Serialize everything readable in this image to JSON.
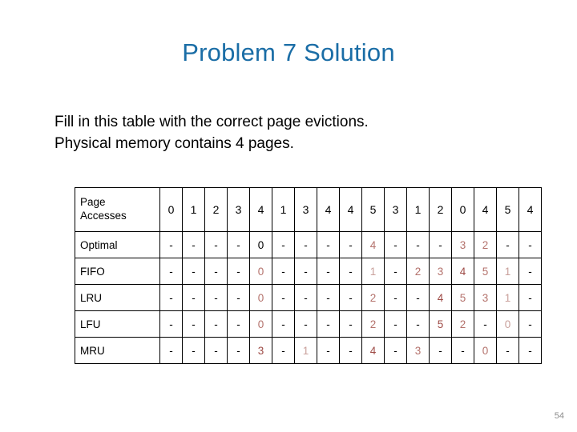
{
  "slide": {
    "title": "Problem 7 Solution",
    "body_lines": [
      "Fill in this table with the correct page evictions.",
      "Physical memory contains 4 pages."
    ],
    "page_number": "54",
    "colors": {
      "title_blue": "#1A6DA6",
      "value_red": "#9E4B46",
      "value_red_mid": "#B4726C",
      "value_red_light": "#C9A09B",
      "page_number_gray": "#8C8C8C",
      "border": "#000000"
    }
  },
  "table": {
    "header_label_line1": "Page",
    "header_label_line2": "Accesses",
    "page_accesses": [
      "0",
      "1",
      "2",
      "3",
      "4",
      "1",
      "3",
      "4",
      "4",
      "5",
      "3",
      "1",
      "2",
      "0",
      "4",
      "5",
      "4"
    ],
    "rows": [
      {
        "label": "Optimal",
        "values": [
          "-",
          "-",
          "-",
          "-",
          "0",
          "-",
          "-",
          "-",
          "-",
          "4",
          "-",
          "-",
          "-",
          "3",
          "2",
          "-",
          "-"
        ],
        "tones": [
          "dash",
          "dash",
          "dash",
          "dash",
          "dark",
          "dash",
          "dash",
          "dash",
          "dash",
          "mid",
          "dash",
          "dash",
          "dash",
          "mid",
          "mid",
          "dash",
          "dash"
        ]
      },
      {
        "label": "FIFO",
        "values": [
          "-",
          "-",
          "-",
          "-",
          "0",
          "-",
          "-",
          "-",
          "-",
          "1",
          "-",
          "2",
          "3",
          "4",
          "5",
          "1",
          "-"
        ],
        "tones": [
          "dash",
          "dash",
          "dash",
          "dash",
          "mid",
          "dash",
          "dash",
          "dash",
          "dash",
          "light",
          "dash",
          "mid",
          "mid",
          "strong",
          "mid",
          "light",
          "dash"
        ]
      },
      {
        "label": "LRU",
        "values": [
          "-",
          "-",
          "-",
          "-",
          "0",
          "-",
          "-",
          "-",
          "-",
          "2",
          "-",
          "-",
          "4",
          "5",
          "3",
          "1",
          "-"
        ],
        "tones": [
          "dash",
          "dash",
          "dash",
          "dash",
          "mid",
          "dash",
          "dash",
          "dash",
          "dash",
          "mid",
          "dash",
          "dash",
          "strong",
          "mid",
          "mid",
          "light",
          "dash"
        ]
      },
      {
        "label": "LFU",
        "values": [
          "-",
          "-",
          "-",
          "-",
          "0",
          "-",
          "-",
          "-",
          "-",
          "2",
          "-",
          "-",
          "5",
          "2",
          "-",
          "0",
          "-"
        ],
        "tones": [
          "dash",
          "dash",
          "dash",
          "dash",
          "mid",
          "dash",
          "dash",
          "dash",
          "dash",
          "mid",
          "dash",
          "dash",
          "strong",
          "mid",
          "dash",
          "light",
          "dash"
        ]
      },
      {
        "label": "MRU",
        "values": [
          "-",
          "-",
          "-",
          "-",
          "3",
          "-",
          "1",
          "-",
          "-",
          "4",
          "-",
          "3",
          "-",
          "-",
          "0",
          "-",
          "-"
        ],
        "tones": [
          "dash",
          "dash",
          "dash",
          "dash",
          "strong",
          "dash",
          "light",
          "dash",
          "dash",
          "strong",
          "dash",
          "mid",
          "dash",
          "dash",
          "mid",
          "dash",
          "dash"
        ]
      }
    ]
  }
}
